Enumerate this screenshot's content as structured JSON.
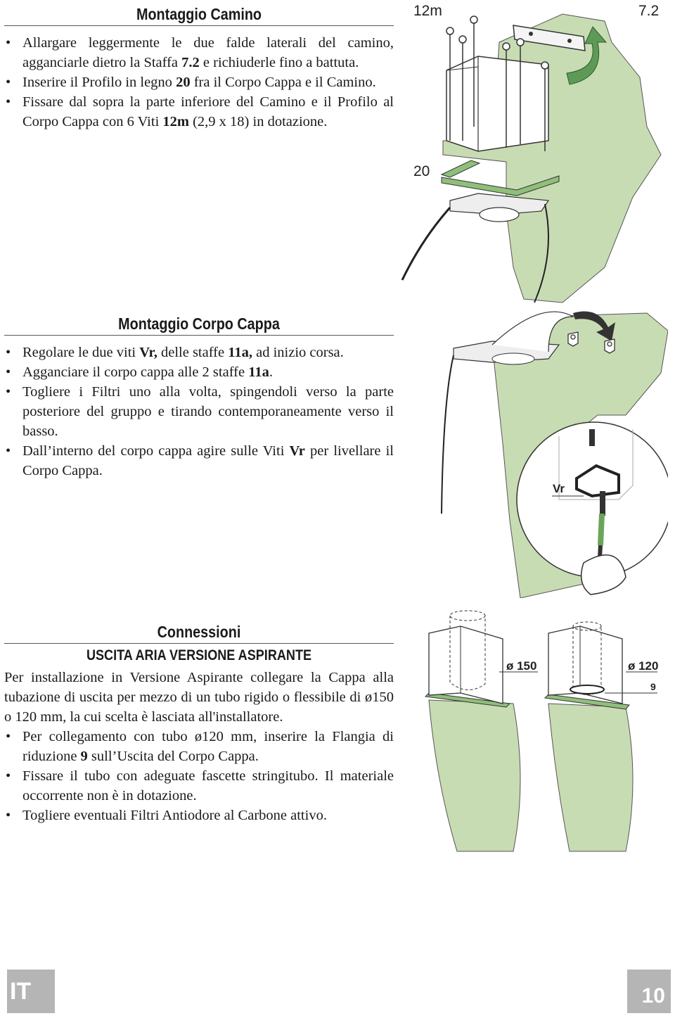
{
  "section1": {
    "title": "Montaggio Camino",
    "items": [
      {
        "t1": "Allargare leggermente le due falde laterali del camino, agganciarle dietro la Staffa ",
        "b1": "7.2",
        "t2": " e richiuderle fino a battuta."
      },
      {
        "t1": "Inserire il Profilo in legno ",
        "b1": "20",
        "t2": " fra il Corpo Cappa e il Camino."
      },
      {
        "t1": "Fissare dal sopra la parte inferiore del Camino e il Profilo al Corpo Cappa con 6 Viti ",
        "b1": "12m",
        "t2": " (2,9 x 18) in dotazione."
      }
    ],
    "figure": {
      "label_screws": "12m",
      "label_bracket": "7.2",
      "label_profile": "20"
    }
  },
  "section2": {
    "title": "Montaggio Corpo Cappa",
    "item1": {
      "t1": "Regolare le due viti ",
      "b1": "Vr,",
      "t2": " delle staffe ",
      "b2": "11a,",
      "t3": " ad inizio corsa."
    },
    "item2": {
      "t1": "Agganciare il corpo cappa alle 2 staffe ",
      "b1": "11a",
      "t2": "."
    },
    "item3": {
      "t1": "Togliere i Filtri uno alla volta, spingendoli verso la parte posteriore del gruppo e tirando contemporaneamente verso il basso."
    },
    "item4": {
      "t1": "Dall’interno del corpo cappa agire sulle Viti ",
      "b1": "Vr",
      "t2": " per livellare il Corpo Cappa."
    },
    "figure": {
      "label_screw": "Vr"
    }
  },
  "section3": {
    "title": "Connessioni",
    "subtitle": "USCITA ARIA VERSIONE ASPIRANTE",
    "intro": "Per installazione in Versione Aspirante collegare la Cappa alla tubazione di uscita per mezzo di un tubo rigido o flessibile di ø150 o 120 mm, la cui scelta è lasciata all'installatore.",
    "item1": {
      "t1": "Per collegamento con tubo ø120 mm, inserire la Flangia di riduzione ",
      "b1": "9",
      "t2": " sull’Uscita del Corpo Cappa."
    },
    "item2": {
      "t1": "Fissare il tubo con adeguate fascette stringitubo. Il materiale occorrente non è in dotazione."
    },
    "item3": {
      "t1": "Togliere eventuali Filtri Antiodore al Carbone attivo."
    },
    "figure": {
      "label_150": "ø 150",
      "label_120": "ø 120",
      "label_flange": "9"
    }
  },
  "footer": {
    "language": "IT",
    "page": "10"
  },
  "colors": {
    "accent_green": "#c8dcb4",
    "profile_green": "#8fbf7a",
    "footer_gray": "#b5b5b5"
  }
}
